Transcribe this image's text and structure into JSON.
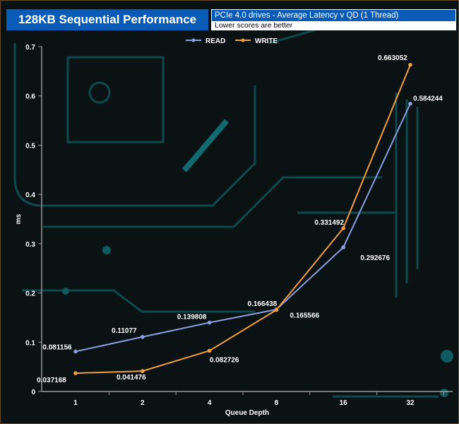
{
  "header": {
    "title": "128KB Sequential Performance",
    "subtitle": "PCIe 4.0 drives - Average Latency v QD (1 Thread)",
    "note": "Lower scores are better"
  },
  "chart_data": {
    "type": "line",
    "categories": [
      "1",
      "2",
      "4",
      "8",
      "16",
      "32"
    ],
    "series": [
      {
        "name": "READ",
        "color": "#8a9ee0",
        "values": [
          0.081156,
          0.11077,
          0.139808,
          0.166438,
          0.292676,
          0.584244
        ],
        "labels": [
          "0.081156",
          "0.11077",
          "0.139808",
          "0.166438",
          "0.292676",
          "0.584244"
        ]
      },
      {
        "name": "WRITE",
        "color": "#f0a040",
        "values": [
          0.037168,
          0.041476,
          0.082726,
          0.165566,
          0.331492,
          0.663052
        ],
        "labels": [
          "0.037168",
          "0.041476",
          "0.082726",
          "0.165566",
          "0.331492",
          "0.663052"
        ]
      }
    ],
    "xlabel": "Queue Depth",
    "ylabel": "ms",
    "ylim": [
      0,
      0.7
    ],
    "yticks": [
      "0",
      "0.1",
      "0.2",
      "0.3",
      "0.4",
      "0.5",
      "0.6",
      "0.7"
    ],
    "legend": "top-center"
  }
}
